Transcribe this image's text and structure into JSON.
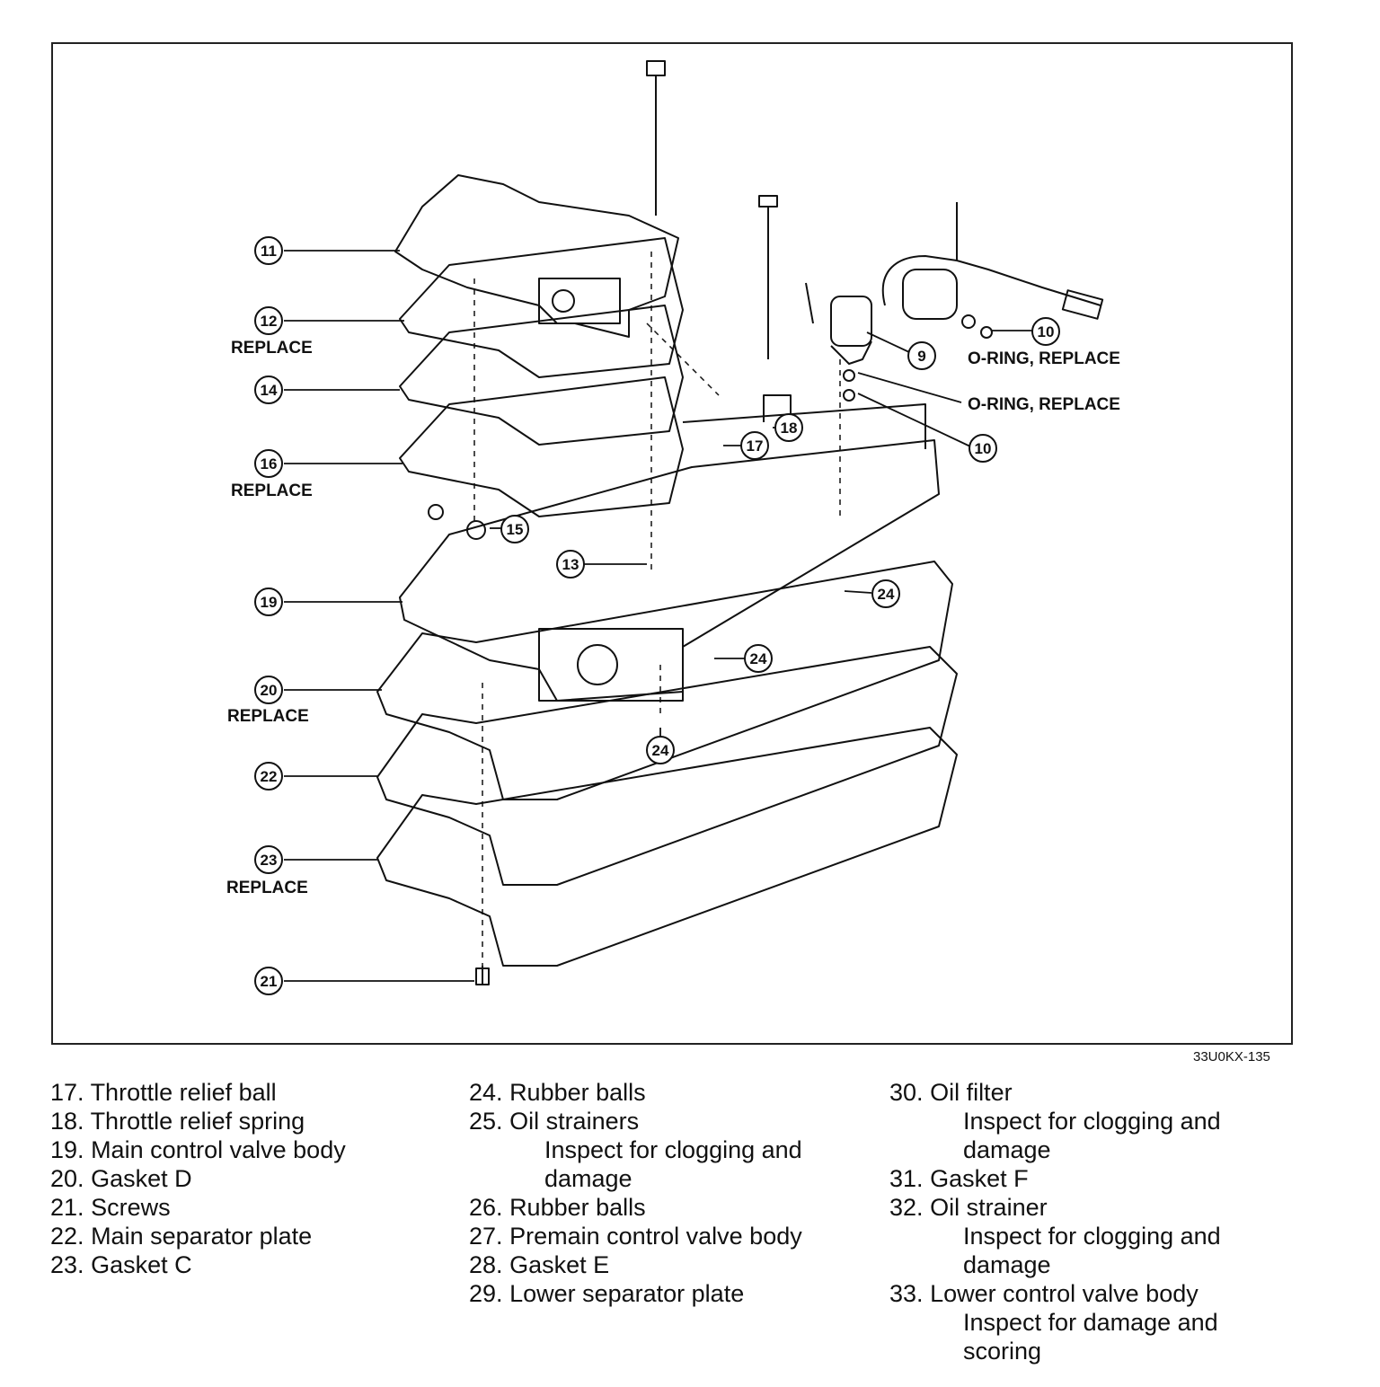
{
  "figure": {
    "id_label": "33U0KX-135",
    "callouts": [
      {
        "num": "11"
      },
      {
        "num": "12",
        "note": "REPLACE"
      },
      {
        "num": "14"
      },
      {
        "num": "16",
        "note": "REPLACE"
      },
      {
        "num": "19"
      },
      {
        "num": "20",
        "note": "REPLACE"
      },
      {
        "num": "22"
      },
      {
        "num": "23",
        "note": "REPLACE"
      },
      {
        "num": "21"
      },
      {
        "num": "15"
      },
      {
        "num": "13"
      },
      {
        "num": "17"
      },
      {
        "num": "18"
      },
      {
        "num": "9"
      },
      {
        "num": "10",
        "note": "O-RING, REPLACE"
      },
      {
        "num": "10",
        "note": "O-RING, REPLACE"
      },
      {
        "num": "24"
      },
      {
        "num": "24"
      },
      {
        "num": "24"
      }
    ]
  },
  "legend": {
    "col1": [
      {
        "num": "17.",
        "text": "Throttle relief ball"
      },
      {
        "num": "18.",
        "text": "Throttle relief spring"
      },
      {
        "num": "19.",
        "text": "Main control valve body"
      },
      {
        "num": "20.",
        "text": "Gasket D"
      },
      {
        "num": "21.",
        "text": "Screws"
      },
      {
        "num": "22.",
        "text": "Main separator plate"
      },
      {
        "num": "23.",
        "text": "Gasket C"
      }
    ],
    "col2": [
      {
        "num": "24.",
        "text": "Rubber balls"
      },
      {
        "num": "25.",
        "text": "Oil strainers",
        "notes": [
          "Inspect for clogging and",
          "damage"
        ]
      },
      {
        "num": "26.",
        "text": "Rubber balls"
      },
      {
        "num": "27.",
        "text": "Premain control valve body"
      },
      {
        "num": "28.",
        "text": "Gasket E"
      },
      {
        "num": "29.",
        "text": "Lower separator plate"
      }
    ],
    "col3": [
      {
        "num": "30.",
        "text": "Oil filter",
        "notes": [
          "Inspect for clogging and",
          "damage"
        ]
      },
      {
        "num": "31.",
        "text": "Gasket F"
      },
      {
        "num": "32.",
        "text": "Oil strainer",
        "notes": [
          "Inspect for clogging and",
          "damage"
        ]
      },
      {
        "num": "33.",
        "text": "Lower control valve body",
        "notes": [
          "Inspect for damage and",
          "scoring"
        ]
      }
    ]
  }
}
